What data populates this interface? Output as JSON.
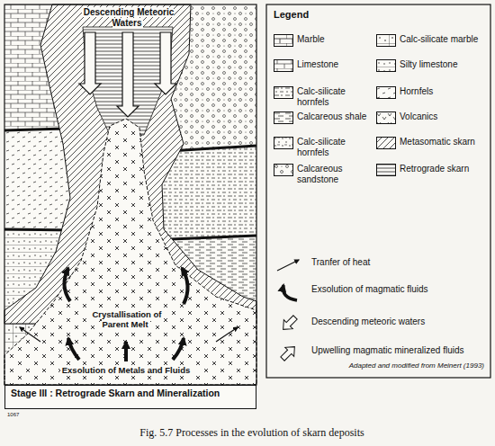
{
  "diagram": {
    "caption": "Fig. 5.7 Processes in the evolution of skarn deposits",
    "nodes": [
      {
        "text": [
          "Stage III : Retrograde Skarn and Mineralization"
        ]
      }
    ],
    "labels": [
      "Descending Meteoric Waters",
      "Crystallisation of Parent Melt",
      "Exsolution of Metals and Fluids",
      "1067",
      "Legend",
      "Adapted and modified from Meinert (1993)"
    ],
    "legend": [
      {
        "text": "Marble"
      },
      {
        "text": "Calc-silicate marble"
      },
      {
        "text": "Limestone"
      },
      {
        "text": "Silty limestone"
      },
      {
        "text": "Calc-silicate hornfels"
      },
      {
        "text": "Hornfels"
      },
      {
        "text": "Calcareous shale"
      },
      {
        "text": "Volcanics"
      },
      {
        "text": "Calc-silicate hornfels"
      },
      {
        "text": "Metasomatic skarn"
      },
      {
        "text": "Calcareous sandstone"
      },
      {
        "text": "Retrograde skarn"
      },
      {
        "text": "Tranfer of heat"
      },
      {
        "text": "Exsolution of magmatic fluids"
      },
      {
        "text": "Descending meteoric waters"
      },
      {
        "text": "Upwelling magmatic mineralized fluids"
      }
    ]
  }
}
